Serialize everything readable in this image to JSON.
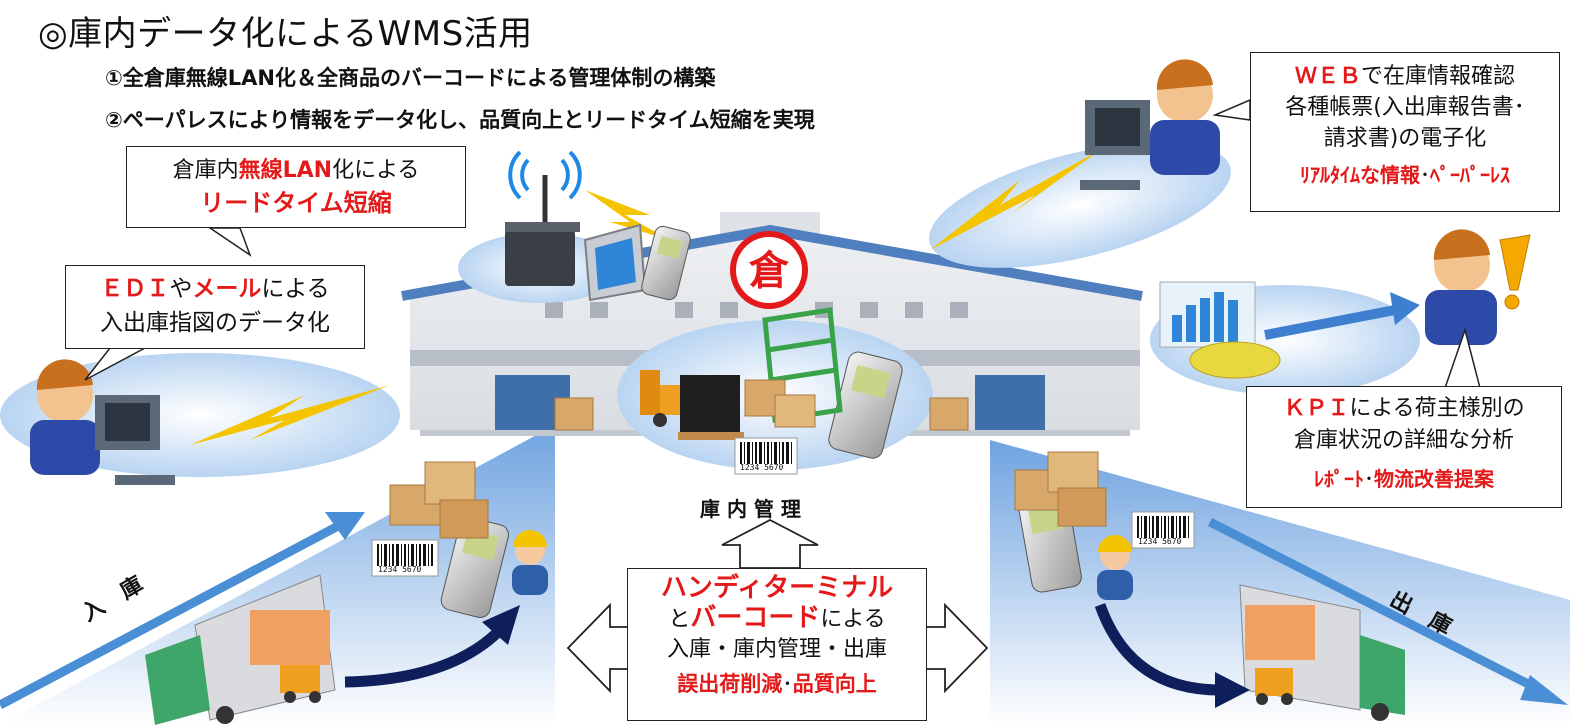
{
  "title": "◎庫内データ化によるWMS活用",
  "subtitles": [
    "①全倉庫無線LAN化＆全商品のバーコードによる管理体制の構築",
    "②ペーパレスにより情報をデータ化し、品質向上とリードタイム短縮を実現"
  ],
  "callout_lan": {
    "prefix": "倉庫内",
    "highlight": "無線LAN",
    "suffix": "化による",
    "line2": "リードタイム短縮"
  },
  "callout_edi": {
    "hl1": "ＥＤＩ",
    "mid": "や",
    "hl2": "メール",
    "suffix": "による",
    "line2": "入出庫指図のデータ化"
  },
  "callout_web": {
    "hl": "ＷＥＢ",
    "suffix": "で在庫情報確認",
    "line2": "各種帳票(入出庫報告書･",
    "line3": "請求書)の電子化",
    "line4_hl": "ﾘｱﾙﾀｲﾑな情報",
    "line4_sep": "･",
    "line4_hl2": "ﾍﾟｰﾊﾟｰﾚｽ"
  },
  "callout_kpi": {
    "hl": "ＫＰＩ",
    "suffix": "による荷主様別の",
    "line2": "倉庫状況の詳細な分析",
    "line3_hl": "ﾚﾎﾟｰﾄ",
    "line3_sep": "･",
    "line3_hl2": "物流改善提案"
  },
  "center_box": {
    "hl1": "ハンディターミナル",
    "mid": "と",
    "hl2": "バーコード",
    "suffix": "による",
    "line3": "入庫・庫内管理・出庫",
    "line4_hl": "誤出荷削減",
    "line4_sep": "･",
    "line4_hl2": "品質向上"
  },
  "labels": {
    "inside": "庫 内 管 理",
    "inbound": "入　庫",
    "outbound": "出　庫"
  },
  "warehouse_sign": "倉",
  "barcode_numbers": "1234 5670",
  "colors": {
    "accent_red": "#e41a1a",
    "arrow_blue": "#4a8fd6",
    "arrow_navy": "#0f1f5c",
    "bolt": "#f5c400"
  }
}
